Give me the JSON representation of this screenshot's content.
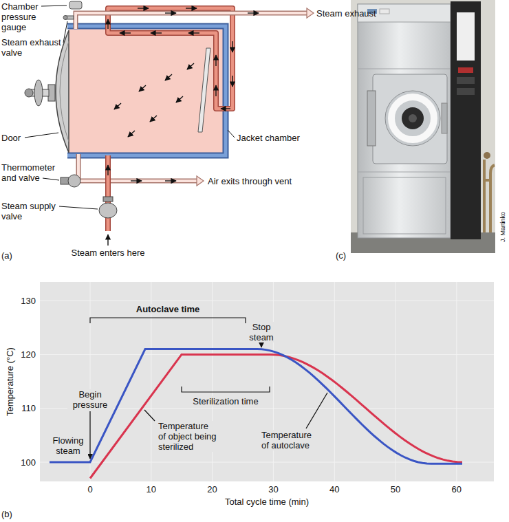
{
  "diagram": {
    "labels": [
      "Chamber pressure gauge",
      "Steam exhaust valve",
      "Door",
      "Thermometer and valve",
      "Steam supply valve",
      "Steam enters here",
      "Steam exhaust",
      "Jacket chamber",
      "Air exits through vent",
      "(a)",
      "(c)",
      "J. Martinko",
      "Autoclave time",
      "Stop steam",
      "Sterilization time",
      "Begin pressure",
      "Flowing steam",
      "Temperature of object being sterilized",
      "Temperature of autoclave",
      "130",
      "120",
      "110",
      "100",
      "Temperature (°C)",
      "0",
      "10",
      "20",
      "30",
      "40",
      "50",
      "60",
      "Total cycle time (min)",
      "(b)"
    ]
  }
}
